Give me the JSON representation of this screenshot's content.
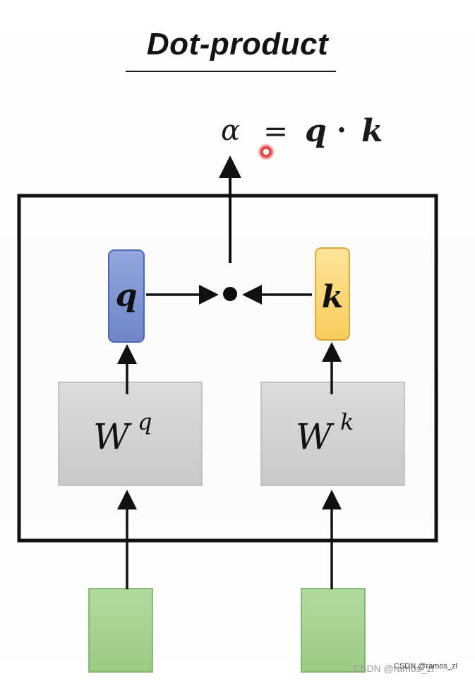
{
  "title": "Dot-product",
  "formula": {
    "alpha": "α",
    "equals": "=",
    "q": "q",
    "dot": "·",
    "k": "k"
  },
  "vectors": {
    "q_label": "q",
    "k_label": "k"
  },
  "weights": {
    "wq_base": "W",
    "wq_sup": "q",
    "wk_base": "W",
    "wk_sup": "k"
  },
  "watermark": {
    "text": "CSDN @ramos_zl",
    "sub_text": "CSDN @ramos_zl"
  },
  "colors": {
    "q_fill": "#8095d2",
    "q_stroke": "#4c68b0",
    "k_fill": "#fcd876",
    "k_stroke": "#d8a93a",
    "weight_fill": "#d4d4d4",
    "weight_stroke": "#b8b8b8",
    "input_fill": "#a6d38e",
    "input_stroke": "#6fa85a",
    "frame": "#111111",
    "pointer": "#e23030"
  }
}
